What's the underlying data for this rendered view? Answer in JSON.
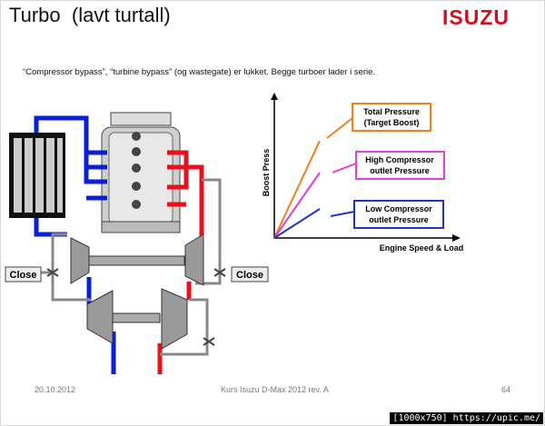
{
  "header": {
    "title": "Turbo  (lavt turtall)",
    "logo": "ISUZU"
  },
  "subtitle": "“Compressor bypass”, “turbine bypass” (og wastegate) er lukket. Begge turboer lader i serie.",
  "diagram": {
    "close_left": "Close",
    "close_right": "Close"
  },
  "chart": {
    "y_label": "Boost Press",
    "x_label": "Engine Speed & Load",
    "labels": [
      {
        "line1": "Total Pressure",
        "line2": "(Target Boost)",
        "color": "#f07f1d"
      },
      {
        "line1": "High Compressor",
        "line2": "outlet Pressure",
        "color": "#e23ddc"
      },
      {
        "line1": "Low Compressor",
        "line2": "outlet Pressure",
        "color": "#1a35c8"
      }
    ]
  },
  "footer": {
    "date": "20.10.2012",
    "course": "Kurs Isuzu D-Max 2012 rev. A",
    "page": "64"
  },
  "watermark": {
    "size": "[1000x750]",
    "url": "https://upic.me/"
  }
}
